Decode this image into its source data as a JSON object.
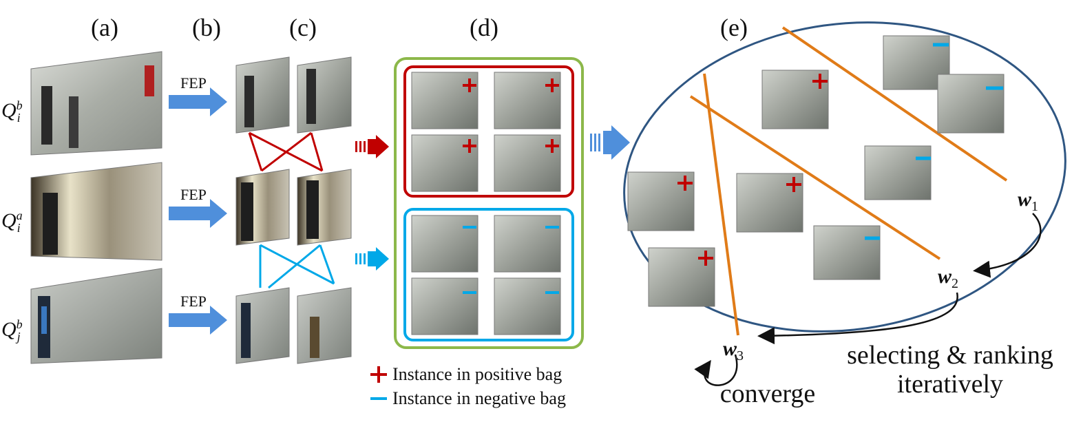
{
  "panels": {
    "a": "(a)",
    "b": "(b)",
    "c": "(c)",
    "d": "(d)",
    "e": "(e)"
  },
  "queries": [
    {
      "base": "Q",
      "sup": "b",
      "sub": "i"
    },
    {
      "base": "Q",
      "sup": "a",
      "sub": "i"
    },
    {
      "base": "Q",
      "sup": "b",
      "sub": "j"
    }
  ],
  "fep_label": "FEP",
  "legend": {
    "positive": "Instance  in positive bag",
    "negative": "Instance  in negative bag"
  },
  "weights": {
    "w1": {
      "base": "w",
      "sub": "1"
    },
    "w2": {
      "base": "w",
      "sub": "2"
    },
    "w3": {
      "base": "w",
      "sub": "3"
    }
  },
  "captions": {
    "converge": "converge",
    "selecting_line1": "selecting & ranking",
    "selecting_line2": "iteratively"
  },
  "colors": {
    "positive": "#c00000",
    "negative": "#00a8e8",
    "fep_arrow": "#4f8fdb",
    "bag_outer": "#8cb84a",
    "ellipse": "#2f5682",
    "hyperplane": "#e07b18"
  }
}
